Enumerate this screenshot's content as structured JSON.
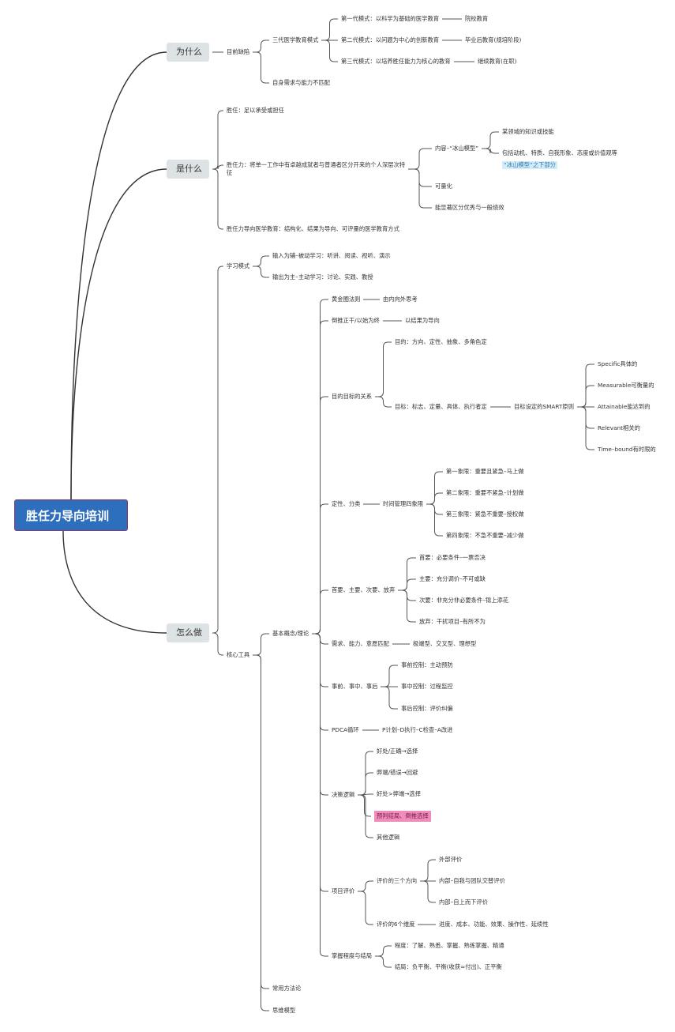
{
  "root": {
    "label": "胜任力导向培训"
  },
  "nodes": [
    {
      "id": "why",
      "label": "为什么",
      "level": 1
    },
    {
      "id": "why_1",
      "label": "目前缺陷"
    },
    {
      "id": "why_1_1",
      "label": "三代医学教育模式"
    },
    {
      "id": "why_1_1_1",
      "label": "第一代模式：以科学为基础的医学教育"
    },
    {
      "id": "why_1_1_1_a",
      "label": "院校教育"
    },
    {
      "id": "why_1_1_2",
      "label": "第二代模式：以问题为中心的创新教育"
    },
    {
      "id": "why_1_1_2_a",
      "label": "毕业后教育(规培阶段)"
    },
    {
      "id": "why_1_1_3",
      "label": "第三代模式：以培养胜任能力为核心的教育"
    },
    {
      "id": "why_1_1_3_a",
      "label": "继续教育(在职)"
    },
    {
      "id": "why_1_2",
      "label": "自身需求与能力不匹配"
    },
    {
      "id": "what",
      "label": "是什么",
      "level": 1
    },
    {
      "id": "what_1",
      "label": "胜任：足以承受或担任"
    },
    {
      "id": "what_2",
      "label": "胜任力：将单一工作中有卓越成就者与普通者区分开来的个人深层次特"
    },
    {
      "id": "what_2_b",
      "label": "征"
    },
    {
      "id": "what_2_1",
      "label": "内容–“冰山模型”"
    },
    {
      "id": "what_2_1_1",
      "label": "某领域的知识或技能"
    },
    {
      "id": "what_2_1_2",
      "label": "包括动机、特质、自我形象、态度或价值观等"
    },
    {
      "id": "what_2_1_2_tag",
      "label": "“冰山模型”之下部分",
      "style": "hl-blue"
    },
    {
      "id": "what_2_2",
      "label": "可量化"
    },
    {
      "id": "what_2_3",
      "label": "能显著区分优秀与一般绩效"
    },
    {
      "id": "what_3",
      "label": "胜任力导向医学教育：结构化、结果为导向、可评量的医学教育方式"
    },
    {
      "id": "how",
      "label": "怎么做",
      "level": 1
    },
    {
      "id": "how_1",
      "label": "学习模式"
    },
    {
      "id": "how_1_1",
      "label": "输入为辅–被动学习：听讲、阅读、视听、演示"
    },
    {
      "id": "how_1_2",
      "label": "输出为主–主动学习：讨论、实践、教授"
    },
    {
      "id": "how_2",
      "label": "核心工具"
    },
    {
      "id": "how_2_1",
      "label": "基本概念/理论"
    },
    {
      "id": "c1",
      "label": "黄金圈法则"
    },
    {
      "id": "c1_a",
      "label": "由内向外思考"
    },
    {
      "id": "c2",
      "label": "倒推正干/以始为终"
    },
    {
      "id": "c2_a",
      "label": "以结果为导向"
    },
    {
      "id": "c3",
      "label": "目的目标的关系"
    },
    {
      "id": "c3_1",
      "label": "目的：方向、定性、抽象、多角色定"
    },
    {
      "id": "c3_2",
      "label": "目标：标志、定量、具体、执行者定"
    },
    {
      "id": "c3_2_a",
      "label": "目标设定的SMART原则"
    },
    {
      "id": "s1",
      "label": "Specific具体的"
    },
    {
      "id": "s2",
      "label": "Measurable可衡量的"
    },
    {
      "id": "s3",
      "label": "Attainable能达到的"
    },
    {
      "id": "s4",
      "label": "Relevant相关的"
    },
    {
      "id": "s5",
      "label": "Time–bound有时限的"
    },
    {
      "id": "c4",
      "label": "定性、分类"
    },
    {
      "id": "c4_a",
      "label": "时间管理四象限"
    },
    {
      "id": "q1",
      "label": "第一象限：重要且紧急–马上做"
    },
    {
      "id": "q2",
      "label": "第二象限：重要不紧急–计划做"
    },
    {
      "id": "q3",
      "label": "第三象限：紧急不重要–授权做"
    },
    {
      "id": "q4",
      "label": "第四象限：不急不重要–减少做"
    },
    {
      "id": "c5",
      "label": "首要、主要、次要、放弃"
    },
    {
      "id": "p1",
      "label": "首要：必要条件–一票否决"
    },
    {
      "id": "p2",
      "label": "主要：充分调价–不可或缺"
    },
    {
      "id": "p3",
      "label": "次要：非充分非必要条件–锦上添花"
    },
    {
      "id": "p4",
      "label": "放弃：干扰项目–有所不为"
    },
    {
      "id": "c6",
      "label": "需求、能力、意愿匹配"
    },
    {
      "id": "c6_a",
      "label": "极端型、交叉型、理想型"
    },
    {
      "id": "c7",
      "label": "事前、事中、事后"
    },
    {
      "id": "e1",
      "label": "事前控制：主动预防"
    },
    {
      "id": "e2",
      "label": "事中控制：过程监控"
    },
    {
      "id": "e3",
      "label": "事后控制：评价纠偏"
    },
    {
      "id": "c8",
      "label": "PDCA循环"
    },
    {
      "id": "c8_a",
      "label": "P计划–D执行–C检查–A改进"
    },
    {
      "id": "c9",
      "label": "决策逻辑"
    },
    {
      "id": "d1",
      "label": "好处/正确→选择"
    },
    {
      "id": "d2",
      "label": "弊端/错误→回避"
    },
    {
      "id": "d3",
      "label": "好处>弊端→选择"
    },
    {
      "id": "d4",
      "label": "预判结局、倒推选择",
      "style": "hl-pink"
    },
    {
      "id": "d5",
      "label": "其他逻辑"
    },
    {
      "id": "c10",
      "label": "项目评价"
    },
    {
      "id": "r1",
      "label": "评价的三个方向"
    },
    {
      "id": "r1_1",
      "label": "外部评价"
    },
    {
      "id": "r1_2",
      "label": "内部–自我与团队交替评价"
    },
    {
      "id": "r1_3",
      "label": "内部–自上而下评价"
    },
    {
      "id": "r2",
      "label": "评价的6个维度"
    },
    {
      "id": "r2_a",
      "label": "进度、成本、功能、效果、操作性、延续性"
    },
    {
      "id": "c11",
      "label": "掌握程度与结局"
    },
    {
      "id": "m1",
      "label": "程度：了解、熟悉、掌握、熟练掌握、精通"
    },
    {
      "id": "m2",
      "label": "结局：负平衡、平衡(收获≈付出)、正平衡"
    },
    {
      "id": "how_2_2",
      "label": "常用方法论"
    },
    {
      "id": "how_2_3",
      "label": "思维模型"
    }
  ]
}
